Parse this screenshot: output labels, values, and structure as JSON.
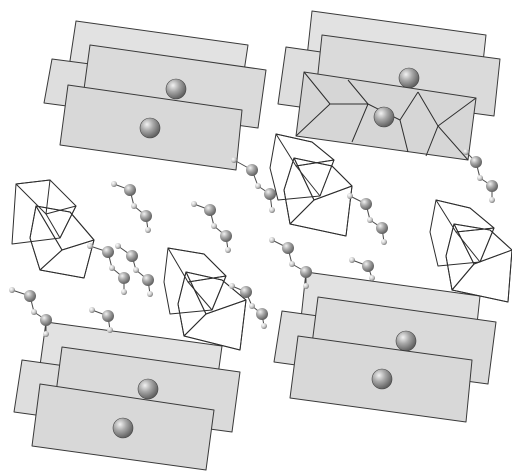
{
  "figure": {
    "description_visible_text": "",
    "colors": {
      "slab_fill": "#dcdcdc",
      "slab_stroke": "#3a3a3a",
      "octahedron_light": "#c9c9c9",
      "octahedron_mid": "#b3b3b3",
      "octahedron_dark": "#8d8d8d",
      "atom_fill": "#9a9a9a",
      "atom_highlight": "#e6e6e6",
      "small_atom_fill": "#d8d8d8"
    },
    "components": {
      "layer_stacks": 4,
      "octahedra_pairs": 4,
      "molecule_chains": 10
    }
  }
}
